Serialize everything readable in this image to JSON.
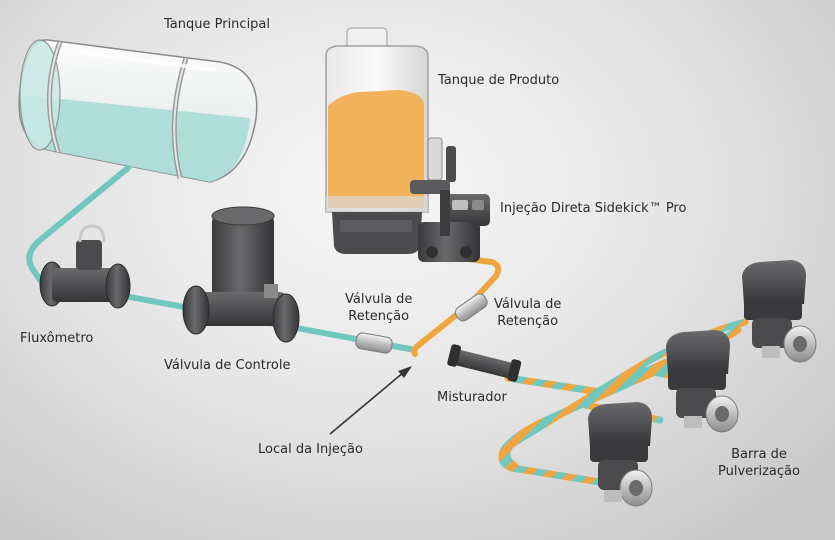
{
  "labels": {
    "main_tank": "Tanque Principal",
    "product_tank": "Tanque de Produto",
    "injection_unit": "Injeção Direta Sidekick™ Pro",
    "flowmeter": "Fluxômetro",
    "control_valve": "Válvula de Controle",
    "check_valve_1_line1": "Válvula de",
    "check_valve_1_line2": "Retenção",
    "check_valve_2_line1": "Válvula de",
    "check_valve_2_line2": "Retenção",
    "mixer": "Misturador",
    "injection_point": "Local da Injeção",
    "spray_boom_line1": "Barra de",
    "spray_boom_line2": "Pulverização"
  },
  "colors": {
    "water_line": "#6fc7be",
    "chemical_line": "#f0a640",
    "tank_water": "#a9ddd5",
    "product_fluid": "#f2b25c",
    "equipment": "#4b4b4d"
  }
}
